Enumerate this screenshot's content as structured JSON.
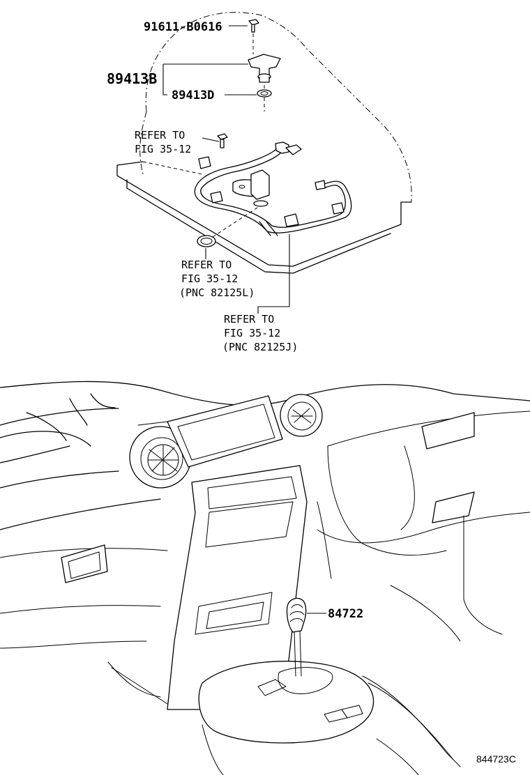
{
  "callouts": {
    "bolt": "91611-B0616",
    "sensor_assy": "89413B",
    "o_ring": "89413D",
    "sensor_bolt_ref": [
      "REFER TO",
      "FIG 35-12"
    ],
    "gasket_ref": [
      "REFER TO",
      "FIG 35-12",
      "(PNC 82125L)"
    ],
    "harness_ref": [
      "REFER TO",
      "FIG 35-12",
      "(PNC 82125J)"
    ],
    "shift_knob": "84722"
  },
  "figure_code": "844723C"
}
